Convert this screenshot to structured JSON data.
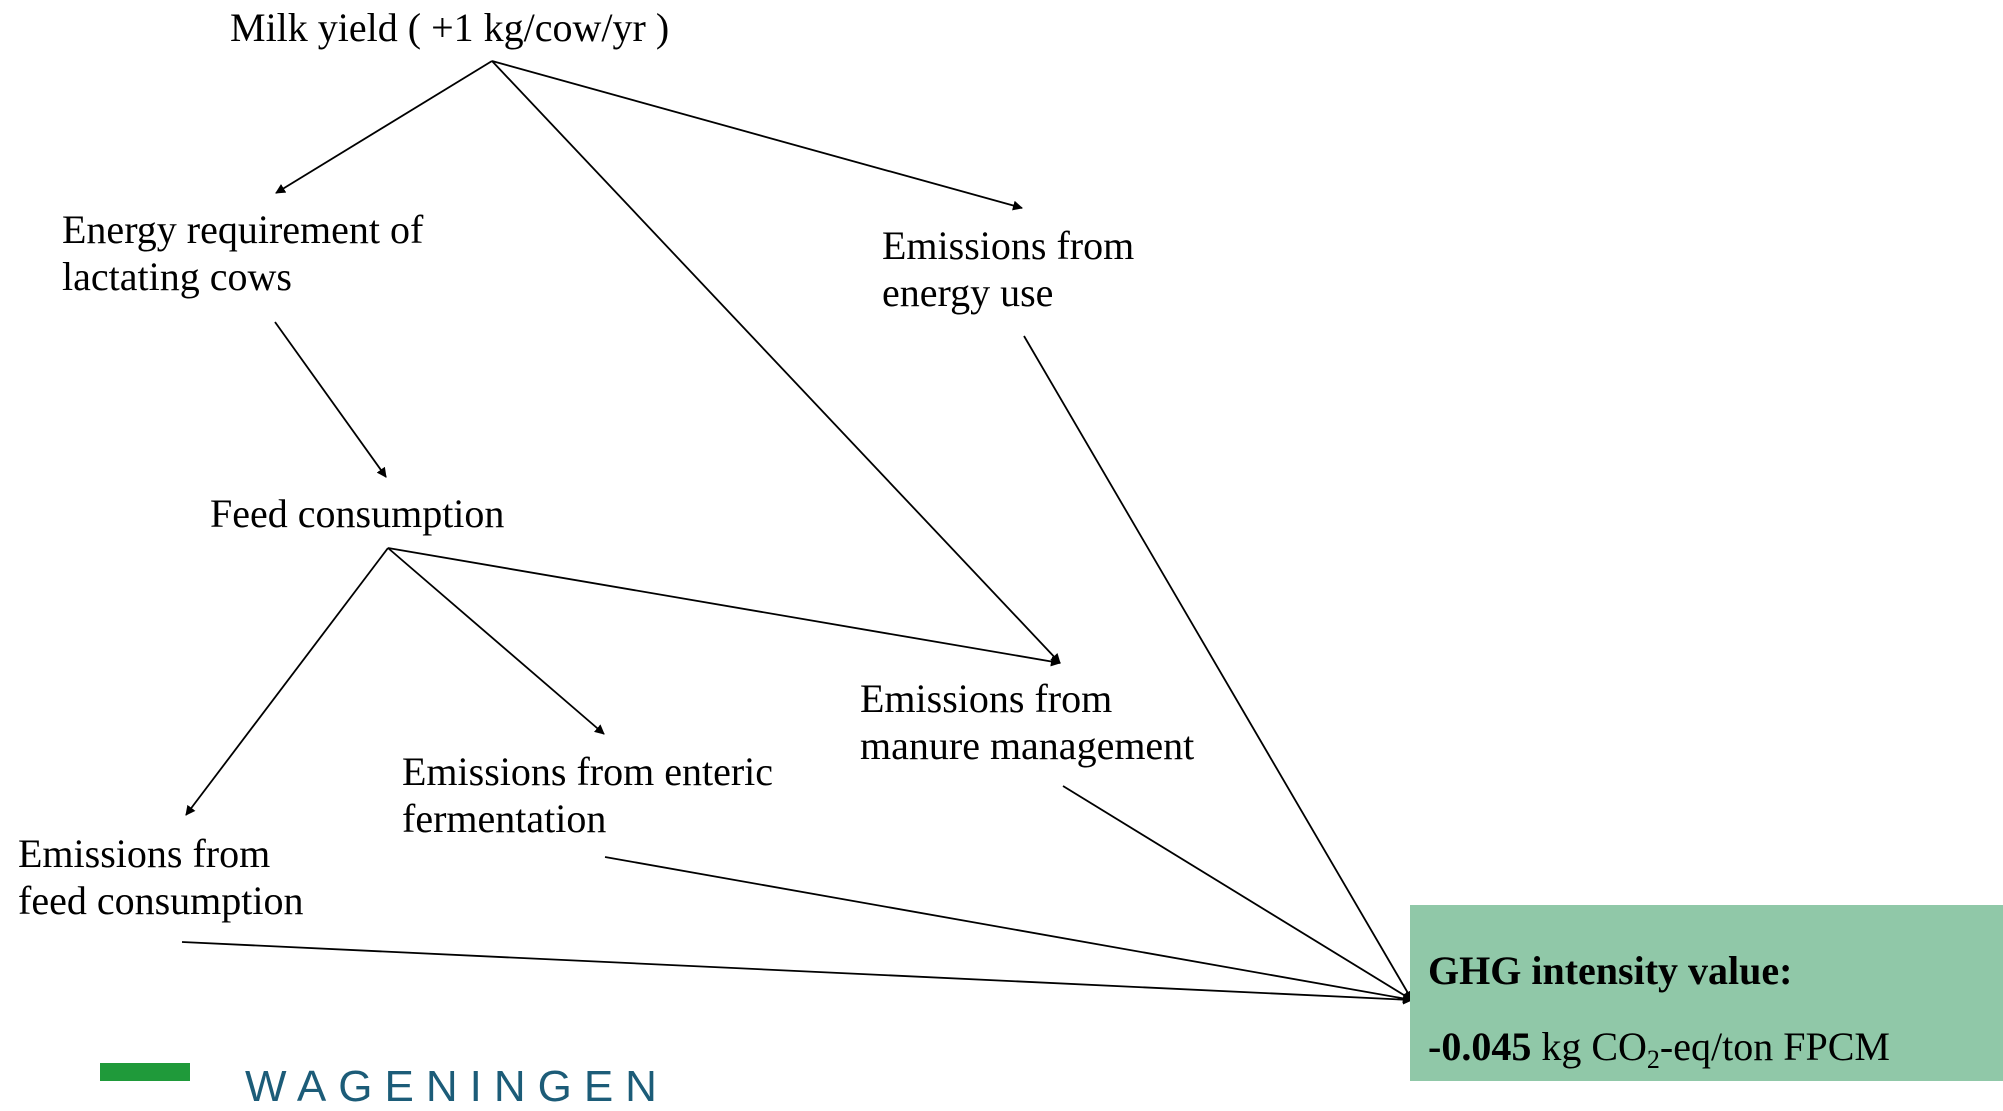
{
  "nodes": {
    "milk_yield": "Milk yield ( +1 kg/cow/yr )",
    "energy_requirement": [
      "Energy requirement of",
      "lactating cows"
    ],
    "emissions_energy_use": [
      "Emissions from",
      "energy use"
    ],
    "feed_consumption": "Feed consumption",
    "emissions_manure": [
      "Emissions from",
      "manure management"
    ],
    "emissions_enteric": [
      "Emissions from enteric",
      "fermentation"
    ],
    "emissions_feed": [
      "Emissions from",
      "feed consumption"
    ]
  },
  "result": {
    "title": "GHG intensity value:",
    "value_bold": "-0.045",
    "unit_prefix": " kg CO",
    "unit_sub": "2",
    "unit_suffix": "-eq/ton FPCM"
  },
  "logo": {
    "text": "WAGENINGEN",
    "color": "#1c5c78",
    "square_color": "#1f9a3a"
  },
  "colors": {
    "result_box": "#90c8a8"
  }
}
